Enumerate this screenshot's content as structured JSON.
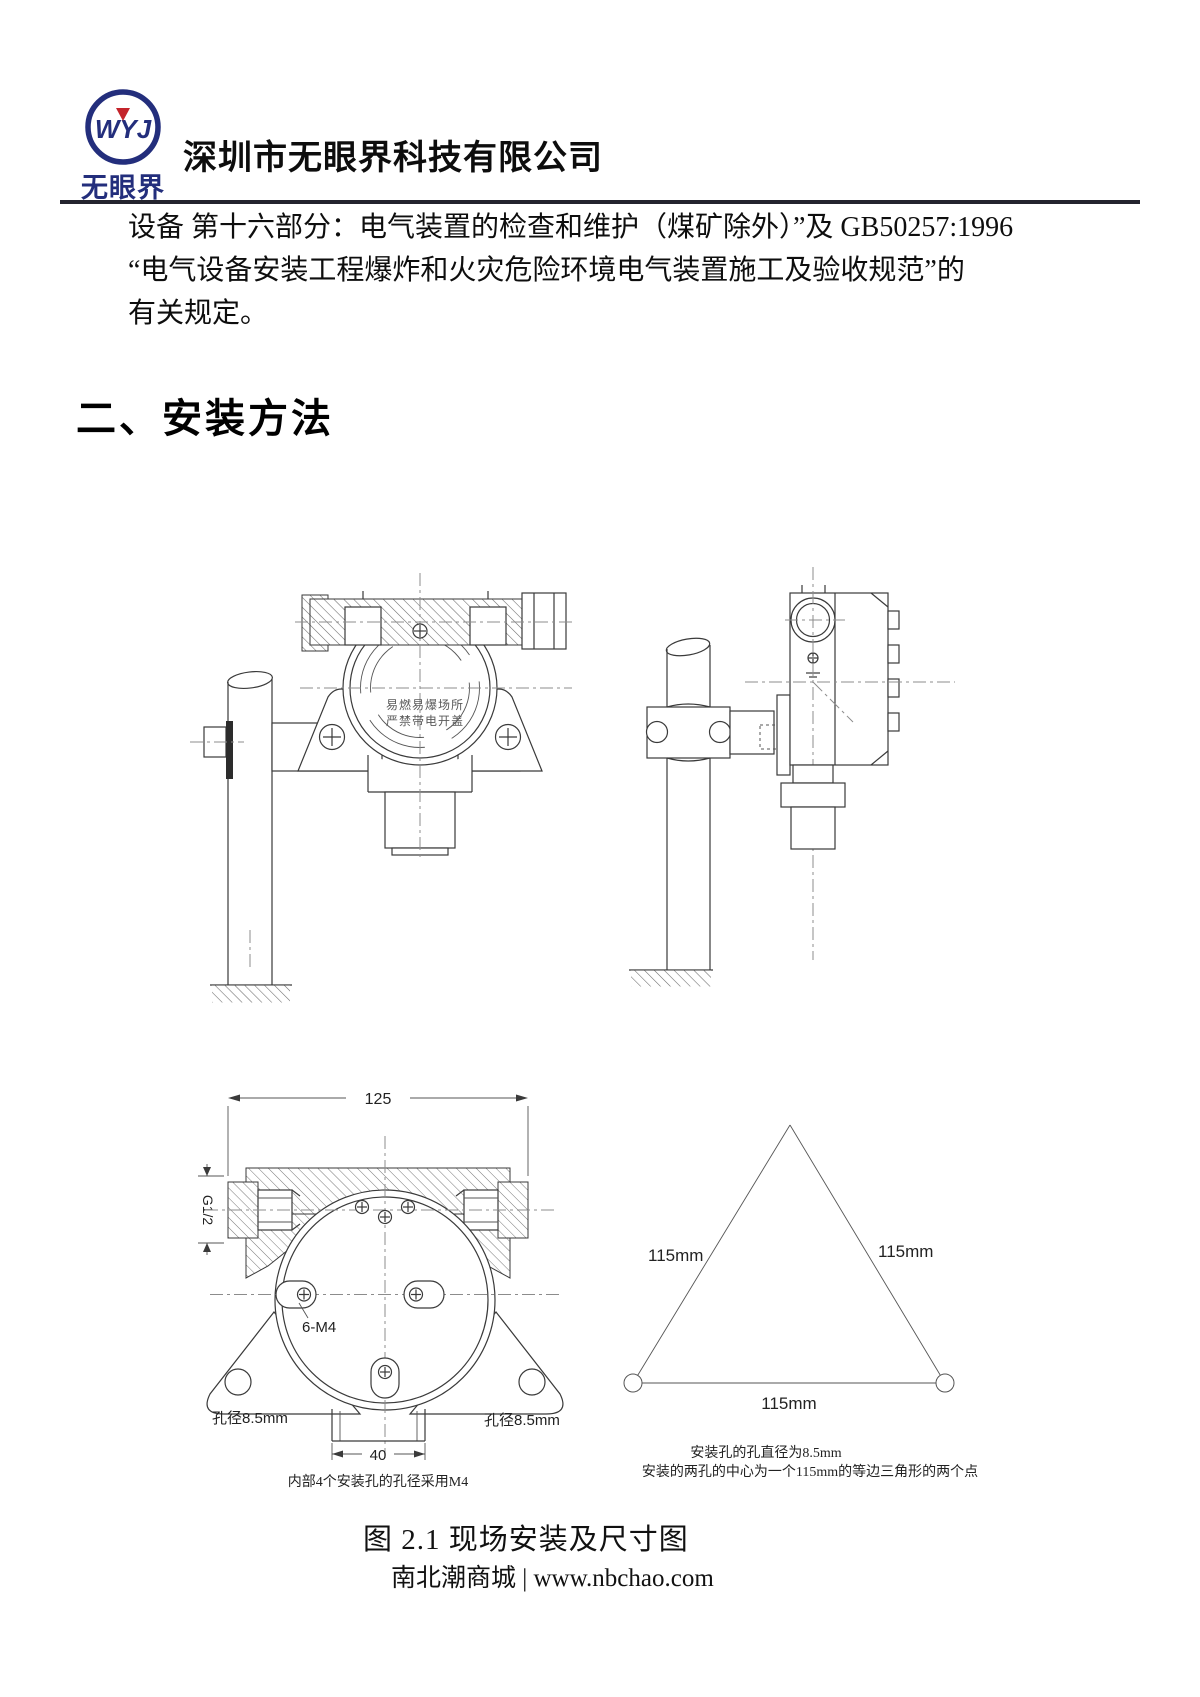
{
  "header": {
    "logo_monogram": "WYJ",
    "logo_wordmark": "无眼界",
    "company_name": "深圳市无眼界科技有限公司"
  },
  "intro": {
    "line1": "设备 第十六部分：电气装置的检查和维护（煤矿除外）”及 GB50257:1996",
    "line2": "“电气设备安装工程爆炸和火灾危险环境电气装置施工及验收规范”的",
    "line3": "有关规定。"
  },
  "section": {
    "heading": "二、安装方法"
  },
  "drawings": {
    "front_view": {
      "warning_line1": "易燃易爆场所",
      "warning_line2": "严禁带电开盖"
    },
    "dimension_view": {
      "width_dim": "125",
      "thread_label": "G1/2",
      "screws_label": "6-M4",
      "hole_label_left": "孔径8.5mm",
      "hole_label_right": "孔径8.5mm",
      "neck_dim": "40",
      "note": "内部4个安装孔的孔径采用M4"
    },
    "triangle_view": {
      "left_side": "115mm",
      "right_side": "115mm",
      "base": "115mm",
      "note1": "安装孔的孔直径为8.5mm",
      "note2": "安装的两孔的中心为一个115mm的等边三角形的两个点"
    }
  },
  "figure_caption": "图 2.1 现场安装及尺寸图",
  "footer": {
    "site_text": "南北潮商城 | www.nbchao.com"
  },
  "colors": {
    "brand_navy": "#232e7c",
    "brand_red": "#c4242b",
    "rule": "#24242e"
  }
}
